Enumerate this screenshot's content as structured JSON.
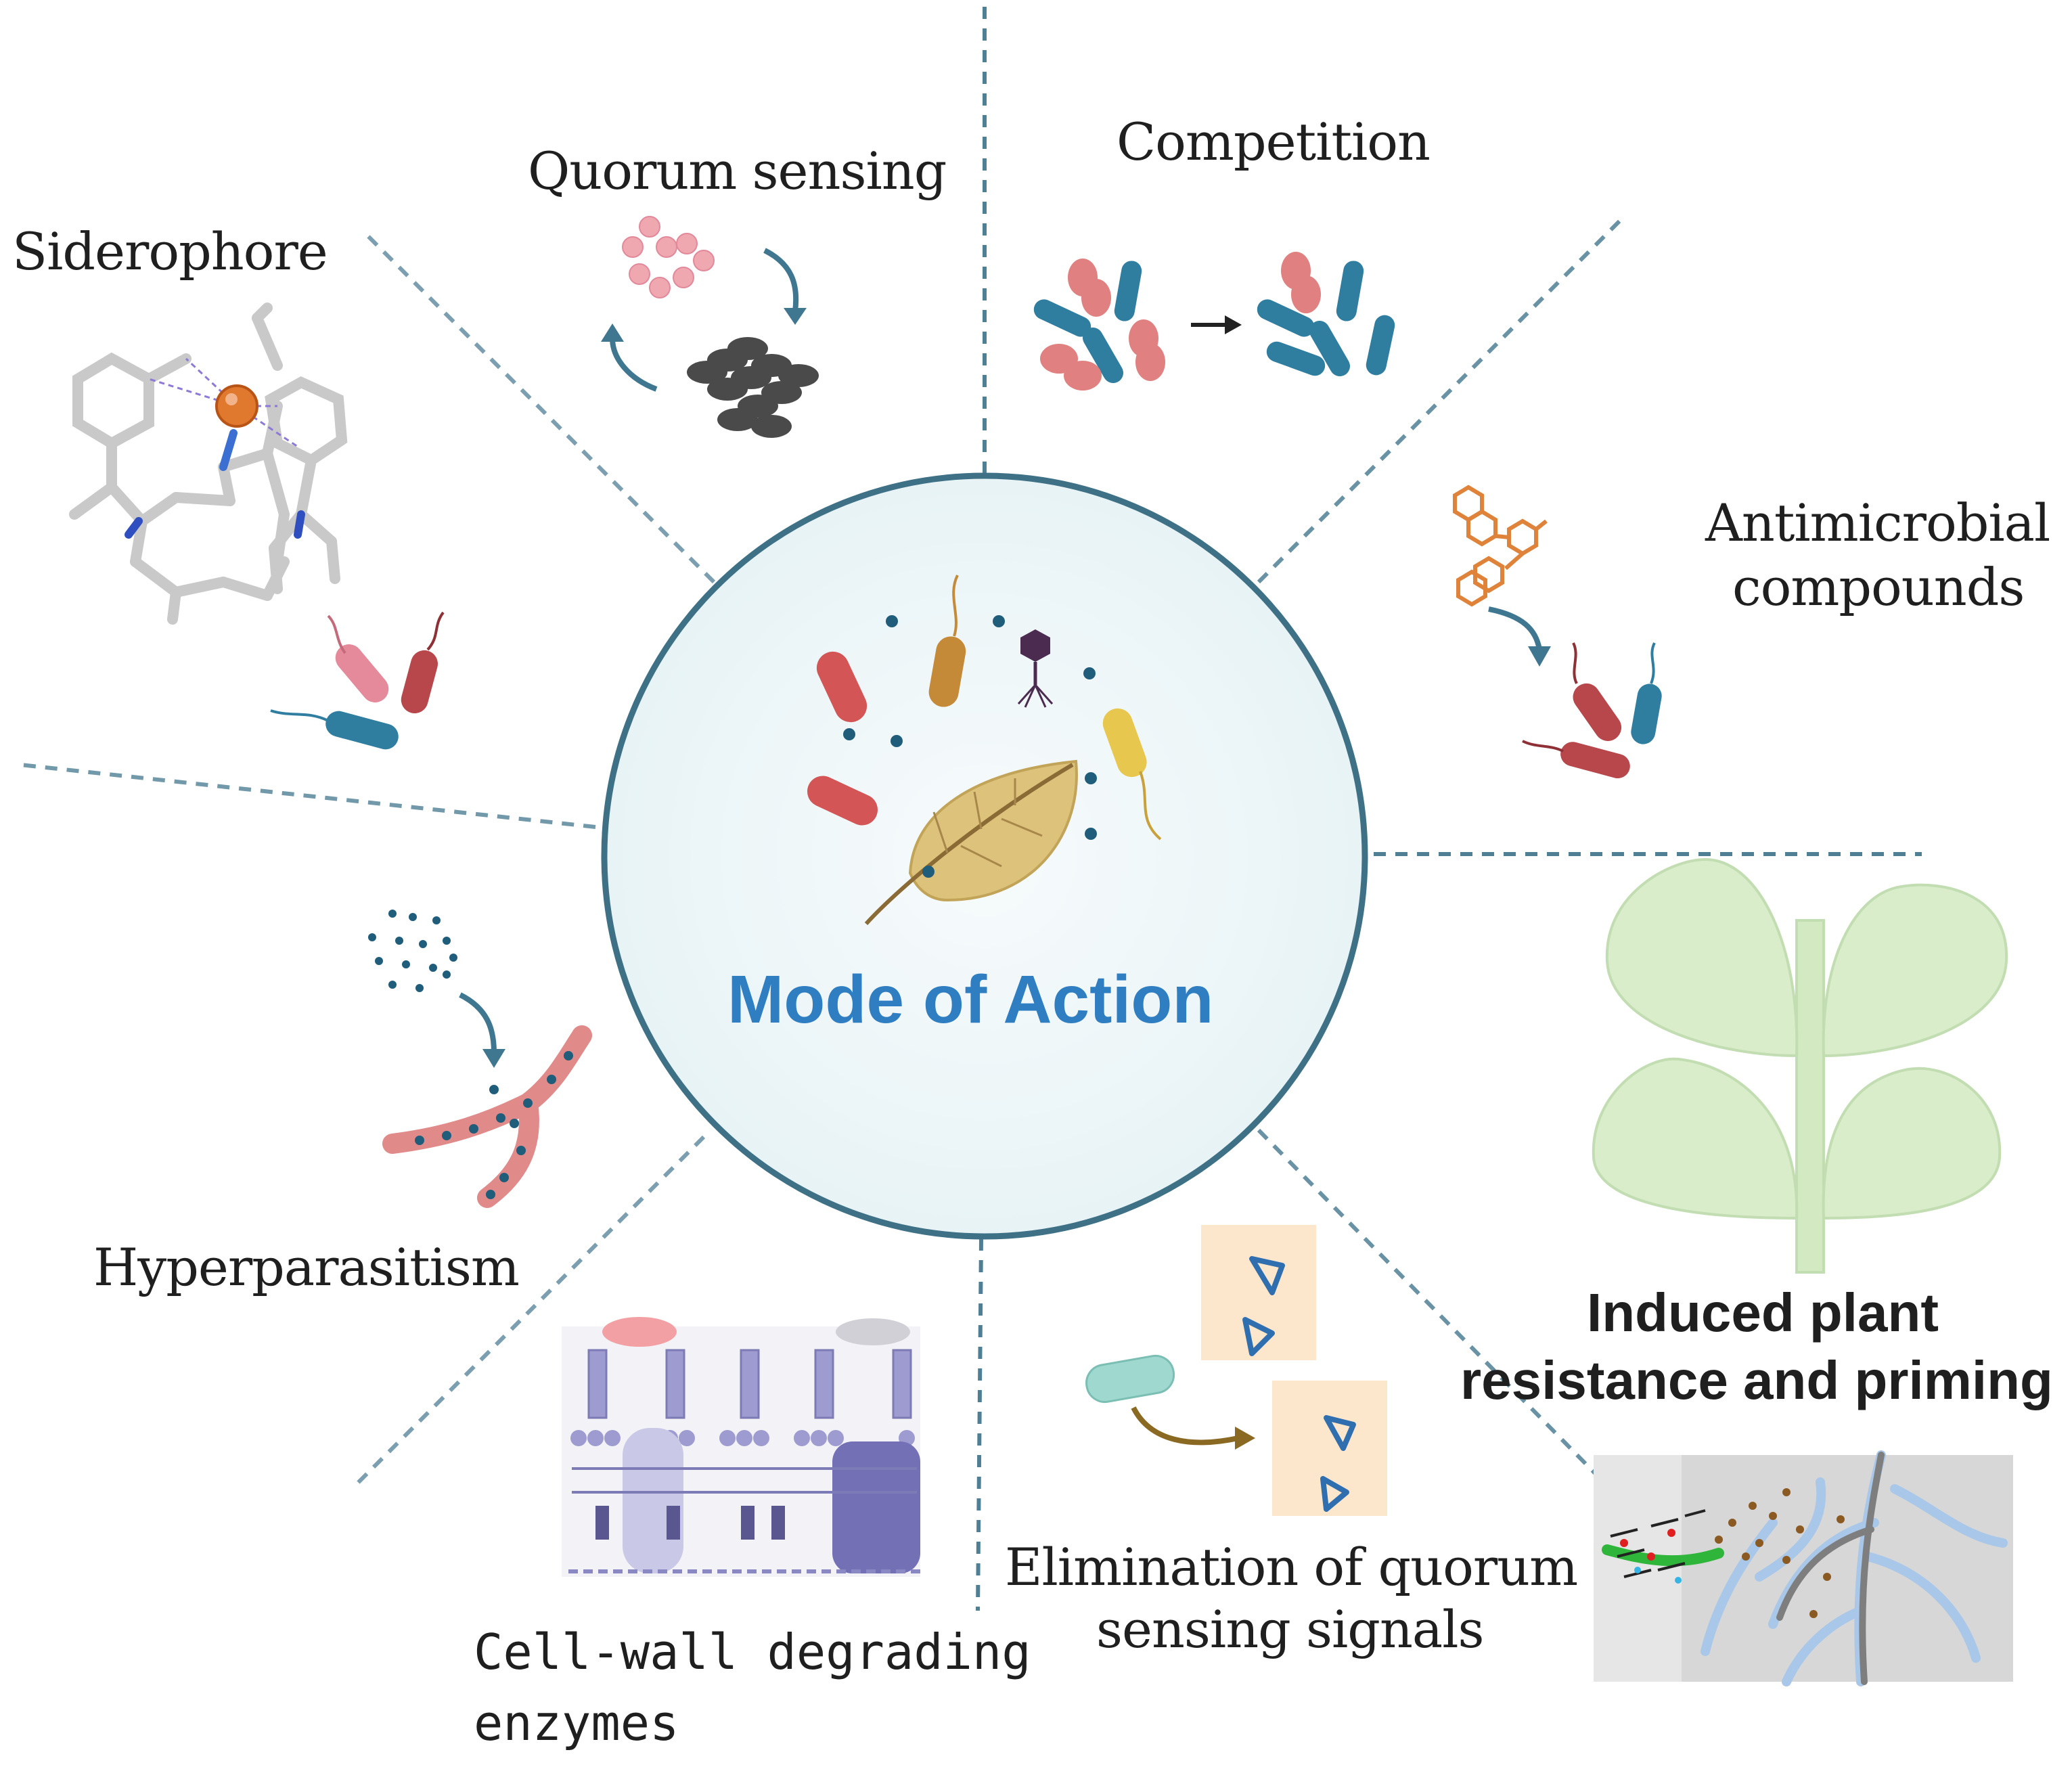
{
  "center": {
    "title": "Mode of Action"
  },
  "modes": {
    "quorum_sensing": "Quorum sensing",
    "competition": "Competition",
    "siderophore": "Siderophore",
    "antimicrobial_line1": "Antimicrobial",
    "antimicrobial_line2": "compounds",
    "hyperparasitism": "Hyperparasitism",
    "induced_line1": "Induced plant",
    "induced_line2": "resistance and priming",
    "elimination_line1": "Elimination of quorum",
    "elimination_line2": "sensing signals",
    "cellwall_line1": "Cell-wall degrading",
    "cellwall_line2": "enzymes"
  },
  "colors": {
    "circle_stroke": "#3f7186",
    "circle_fill": "#eef6f8",
    "title": "#2f7ec1",
    "divider": "#4f7f95",
    "bacteria_red": "#d45555",
    "bacteria_blue": "#2f7ea0",
    "bacteria_pink": "#e48a8a",
    "leaf": "#dcc27a"
  }
}
